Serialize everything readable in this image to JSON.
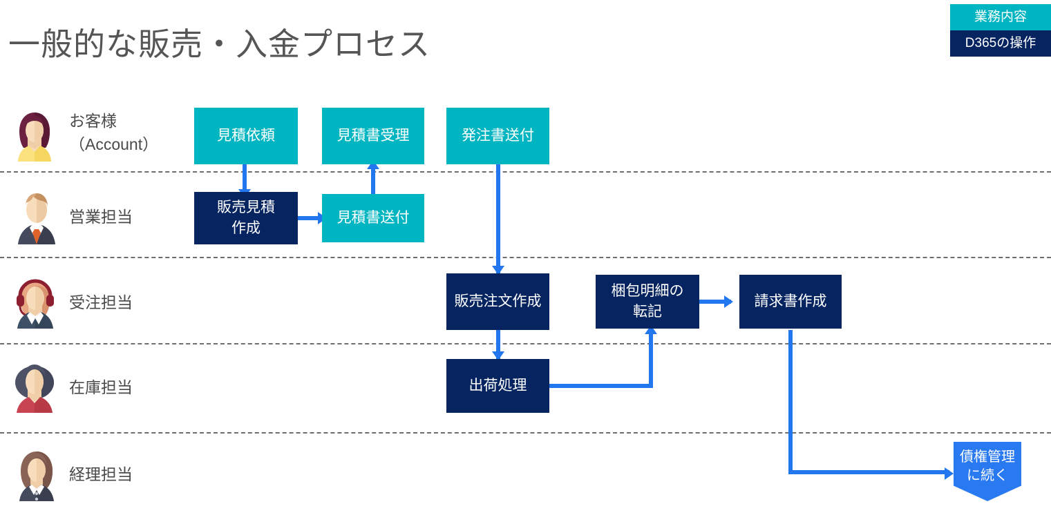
{
  "title": "一般的な販売・入金プロセス",
  "legend": {
    "business_label": "業務内容",
    "business_color": "#00b5c2",
    "d365_label": "D365の操作",
    "d365_color": "#062460"
  },
  "colors": {
    "teal": "#00b5c2",
    "navy": "#062460",
    "arrow_blue": "#2277ee",
    "terminal_blue": "#2979f0",
    "title_gray": "#555555",
    "lane_divider_gray": "#6d6d6d"
  },
  "lanes": [
    {
      "id": "customer",
      "label": "お客様\n（Account）",
      "avatar": "woman-customer-avatar"
    },
    {
      "id": "sales",
      "label": "営業担当",
      "avatar": "man-sales-avatar"
    },
    {
      "id": "order",
      "label": "受注担当",
      "avatar": "woman-headset-avatar"
    },
    {
      "id": "inventory",
      "label": "在庫担当",
      "avatar": "woman-inventory-avatar"
    },
    {
      "id": "accounting",
      "label": "経理担当",
      "avatar": "woman-accounting-avatar"
    }
  ],
  "nodes": [
    {
      "id": "quote-request",
      "label": "見積依頼",
      "type": "business",
      "lane": "customer"
    },
    {
      "id": "quote-received",
      "label": "見積書受理",
      "type": "business",
      "lane": "customer"
    },
    {
      "id": "po-send",
      "label": "発注書送付",
      "type": "business",
      "lane": "customer"
    },
    {
      "id": "sales-quote",
      "label": "販売見積\n作成",
      "type": "d365",
      "lane": "sales"
    },
    {
      "id": "quote-send",
      "label": "見積書送付",
      "type": "business",
      "lane": "sales"
    },
    {
      "id": "sales-order",
      "label": "販売注文作成",
      "type": "d365",
      "lane": "order"
    },
    {
      "id": "packing-slip",
      "label": "梱包明細の\n転記",
      "type": "d365",
      "lane": "order"
    },
    {
      "id": "invoice-create",
      "label": "請求書作成",
      "type": "d365",
      "lane": "order"
    },
    {
      "id": "shipment",
      "label": "出荷処理",
      "type": "d365",
      "lane": "inventory"
    }
  ],
  "terminal": {
    "id": "continue-ar",
    "label": "債権管理\nに続く"
  },
  "connections": [
    {
      "from": "quote-request",
      "to": "sales-quote"
    },
    {
      "from": "sales-quote",
      "to": "quote-send"
    },
    {
      "from": "quote-send",
      "to": "quote-received"
    },
    {
      "from": "po-send",
      "to": "sales-order"
    },
    {
      "from": "sales-order",
      "to": "shipment"
    },
    {
      "from": "shipment",
      "to": "packing-slip"
    },
    {
      "from": "packing-slip",
      "to": "invoice-create"
    },
    {
      "from": "invoice-create",
      "to": "continue-ar"
    }
  ]
}
